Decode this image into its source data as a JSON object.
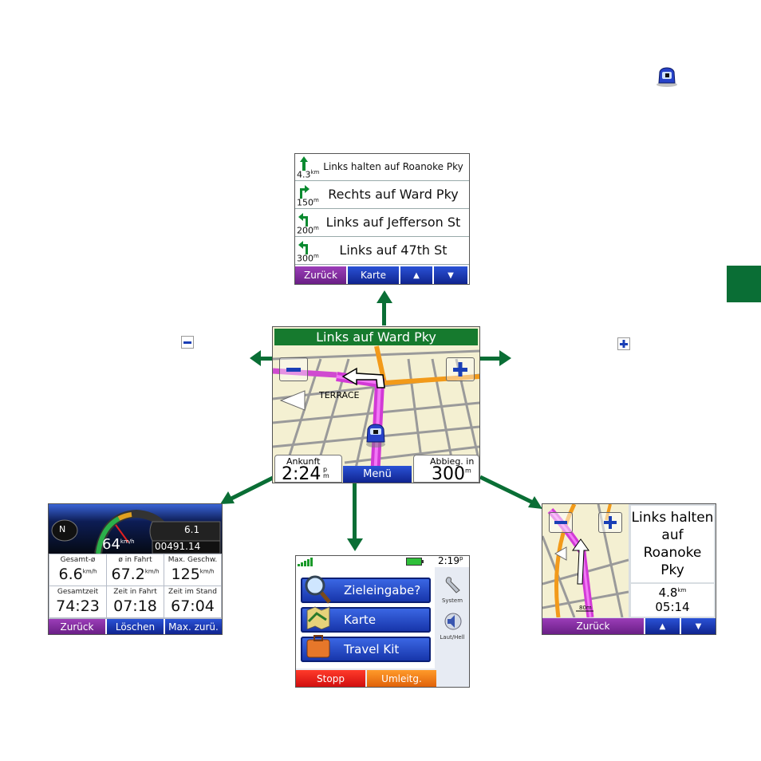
{
  "side_tab_color": "#0a6e35",
  "arrow_color": "#0a6e35",
  "icons": {
    "car": "car-icon",
    "zoom_out": "minus-icon",
    "zoom_in": "plus-icon"
  },
  "turn_list": {
    "rows": [
      {
        "dist": "4.3",
        "unit": "km",
        "text": "Links halten auf Roanoke Pky"
      },
      {
        "dist": "150",
        "unit": "m",
        "text": "Rechts auf Ward Pky"
      },
      {
        "dist": "200",
        "unit": "m",
        "text": "Links auf Jefferson St"
      },
      {
        "dist": "300",
        "unit": "m",
        "text": "Links auf 47th St"
      }
    ],
    "buttons": {
      "back": "Zurück",
      "map": "Karte",
      "up": "▲",
      "down": "▼"
    }
  },
  "map_screen": {
    "banner": "Links auf Ward Pky",
    "street_label": "TERRACE",
    "arrival_label": "Ankunft",
    "arrival_value": "2:24",
    "arrival_suffix_top": "p",
    "arrival_suffix_bottom": "m",
    "menu_button": "Menü",
    "turn_label": "Abbieg. in",
    "turn_value": "300",
    "turn_unit": "m"
  },
  "trip_computer": {
    "speed": "64",
    "speed_unit": "km/h",
    "compass": "N",
    "distance": "6.1",
    "odometer": "00491.14",
    "cells": [
      {
        "label": "Gesamt-ø",
        "value": "6.6",
        "unit": "km/h"
      },
      {
        "label": "ø in Fahrt",
        "value": "67.2",
        "unit": "km/h"
      },
      {
        "label": "Max. Geschw.",
        "value": "125",
        "unit": "km/h"
      },
      {
        "label": "Gesamtzeit",
        "value": "74:23",
        "unit": ""
      },
      {
        "label": "Zeit in Fahrt",
        "value": "07:18",
        "unit": ""
      },
      {
        "label": "Zeit im Stand",
        "value": "67:04",
        "unit": ""
      }
    ],
    "buttons": {
      "back": "Zurück",
      "reset": "Löschen",
      "max_reset": "Max. zurü."
    }
  },
  "main_menu": {
    "time": "2:19",
    "time_suffix": "p",
    "buttons": [
      "Zieleingabe?",
      "Karte",
      "Travel Kit"
    ],
    "side": [
      "System",
      "Laut/Hell"
    ],
    "stop": "Stopp",
    "detour": "Umleitg."
  },
  "next_turn": {
    "instruction": "Links halten auf Roanoke Pky",
    "distance": "4.8",
    "distance_unit": "km",
    "time": "05:14",
    "scale": "80m",
    "buttons": {
      "back": "Zurück",
      "up": "▲",
      "down": "▼"
    }
  }
}
